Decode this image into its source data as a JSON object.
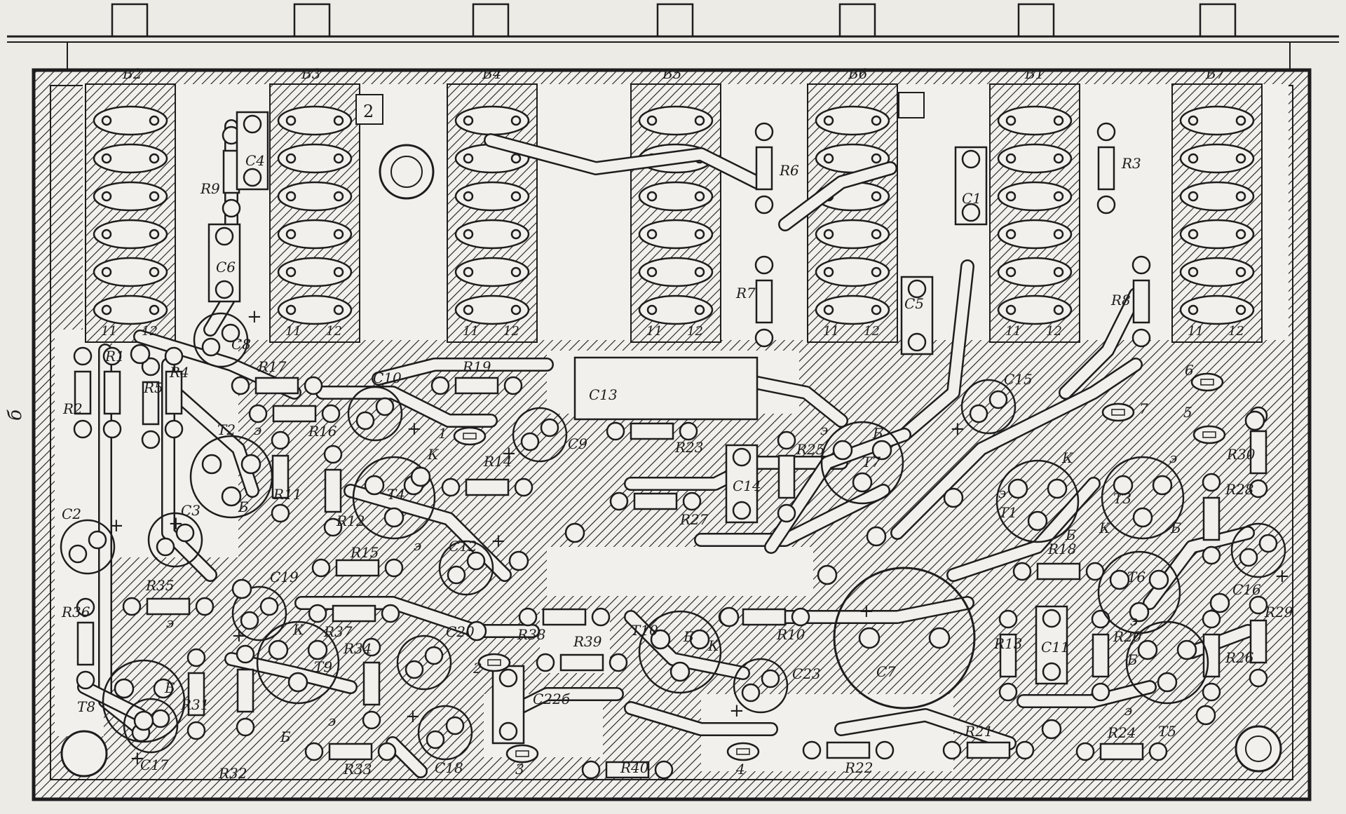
{
  "switches": [
    {
      "id": "sw-b2",
      "label": "В2"
    },
    {
      "id": "sw-b3",
      "label": "В3"
    },
    {
      "id": "sw-b4",
      "label": "В4"
    },
    {
      "id": "sw-b5",
      "label": "В5"
    },
    {
      "id": "sw-b6",
      "label": "В6"
    },
    {
      "id": "sw-b1",
      "label": "В1"
    },
    {
      "id": "sw-b7",
      "label": "В7"
    }
  ],
  "side_label": "б",
  "pin_labels": {
    "left": "11",
    "right": "12"
  },
  "terminals": {
    "t1": "1",
    "t2": "2",
    "t3": "3",
    "t4": "4",
    "t5": "5",
    "t6": "6",
    "t7": "7"
  },
  "resistors": [
    "R1",
    "R2",
    "R3",
    "R4",
    "R5",
    "R6",
    "R7",
    "R8",
    "R9",
    "R10",
    "R11",
    "R12",
    "R13",
    "R14",
    "R15",
    "R16",
    "R17",
    "R18",
    "R19",
    "R20",
    "R21",
    "R22",
    "R23",
    "R24",
    "R25",
    "R26",
    "R27",
    "R28",
    "R29",
    "R30",
    "R31",
    "R32",
    "R33",
    "R34",
    "R35",
    "R36",
    "R37",
    "R38",
    "R39",
    "R40"
  ],
  "capacitors": [
    "C1",
    "C2",
    "C3",
    "C4",
    "C5",
    "C6",
    "C7",
    "C8",
    "C9",
    "C10",
    "C11",
    "C12",
    "C13",
    "C14",
    "C15",
    "C16",
    "C17",
    "C18",
    "C19",
    "C20",
    "C22б",
    "C23"
  ],
  "transistors": [
    "T1",
    "T2",
    "T3",
    "T4",
    "T5",
    "T6",
    "T7",
    "T8",
    "T9",
    "T10"
  ],
  "pin_marks": {
    "e": "э",
    "b": "Б",
    "k": "К",
    "plus": "+"
  },
  "box_label": "2",
  "colors": {
    "board": "#f1f0ec",
    "ink": "#1d1d1d",
    "paper": "#ecebe6"
  }
}
